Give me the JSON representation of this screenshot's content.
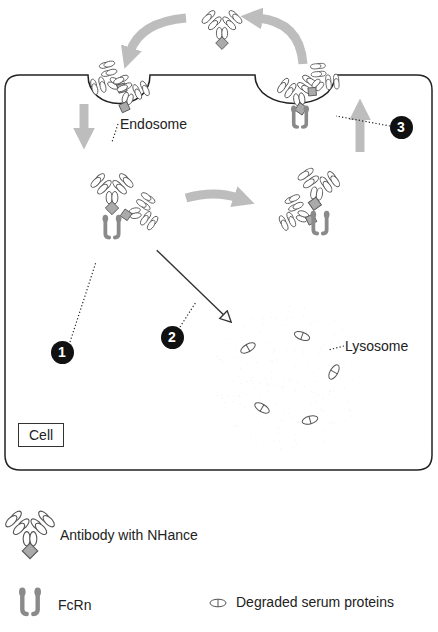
{
  "diagram": {
    "nodes": [
      {
        "text": [
          "Cell"
        ]
      },
      {
        "text": [
          "Endosome"
        ],
        "in": 0
      },
      {
        "text": [
          "Lysosome"
        ],
        "in": 0
      }
    ],
    "edges": [
      {
        "from": 1,
        "to": 2,
        "arrow": "to"
      }
    ],
    "labels": [
      "1",
      "2",
      "3"
    ],
    "legend": [
      {
        "text": "Antibody with NHance"
      },
      {
        "text": "FcRn"
      },
      {
        "text": "Degraded serum proteins"
      }
    ]
  }
}
